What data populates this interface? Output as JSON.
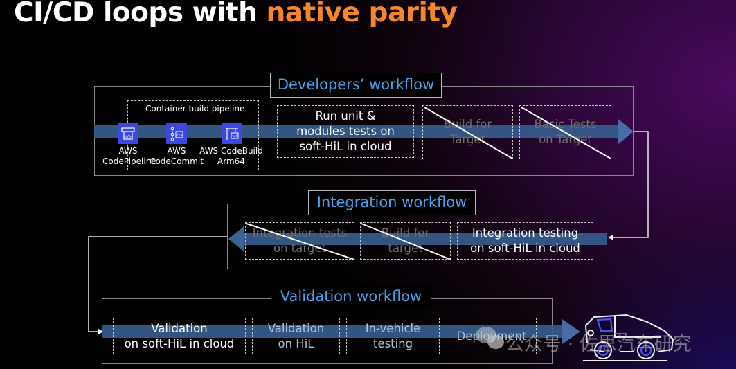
{
  "title": {
    "main": "CI/CD loops with ",
    "accent": "native parity"
  },
  "colors": {
    "accent": "#f7862a",
    "section_label": "#4aa0ea",
    "band": "#365c8c",
    "aws_icon": "#3b48e0"
  },
  "developers": {
    "label": "Developers’ workflow",
    "pipeline_label": "Container build pipeline",
    "services": [
      {
        "icon": "codepipeline-icon",
        "line1": "AWS",
        "line2": "CodePipeline"
      },
      {
        "icon": "codecommit-icon",
        "line1": "AWS",
        "line2": "CodeCommit"
      },
      {
        "icon": "codebuild-icon",
        "line1": "AWS CodeBuild",
        "line2": "Arm64"
      }
    ],
    "steps": [
      {
        "line1": "Run unit &",
        "line2": "modules tests on",
        "line3": "soft-HiL in cloud",
        "struck": false
      },
      {
        "line1": "Build for",
        "line2": "Target",
        "struck": true
      },
      {
        "line1": "Basic Tests",
        "line2": "on Target",
        "struck": true
      }
    ]
  },
  "integration": {
    "label": "Integration workflow",
    "steps": [
      {
        "line1": "Integration tests",
        "line2": "on target",
        "struck": true
      },
      {
        "line1": "Build for",
        "line2": "target",
        "struck": true
      },
      {
        "line1": "Integration testing",
        "line2": "on soft-HiL in cloud",
        "struck": false
      }
    ]
  },
  "validation": {
    "label": "Validation workflow",
    "steps": [
      {
        "line1": "Validation",
        "line2": "on soft-HiL in cloud"
      },
      {
        "line1": "Validation",
        "line2": "on HiL"
      },
      {
        "line1": "In-vehicle",
        "line2": "testing"
      },
      {
        "line1": "Deployment",
        "line2": ""
      }
    ]
  },
  "watermark": {
    "text": "公众号 · 佐思汽车研究"
  }
}
